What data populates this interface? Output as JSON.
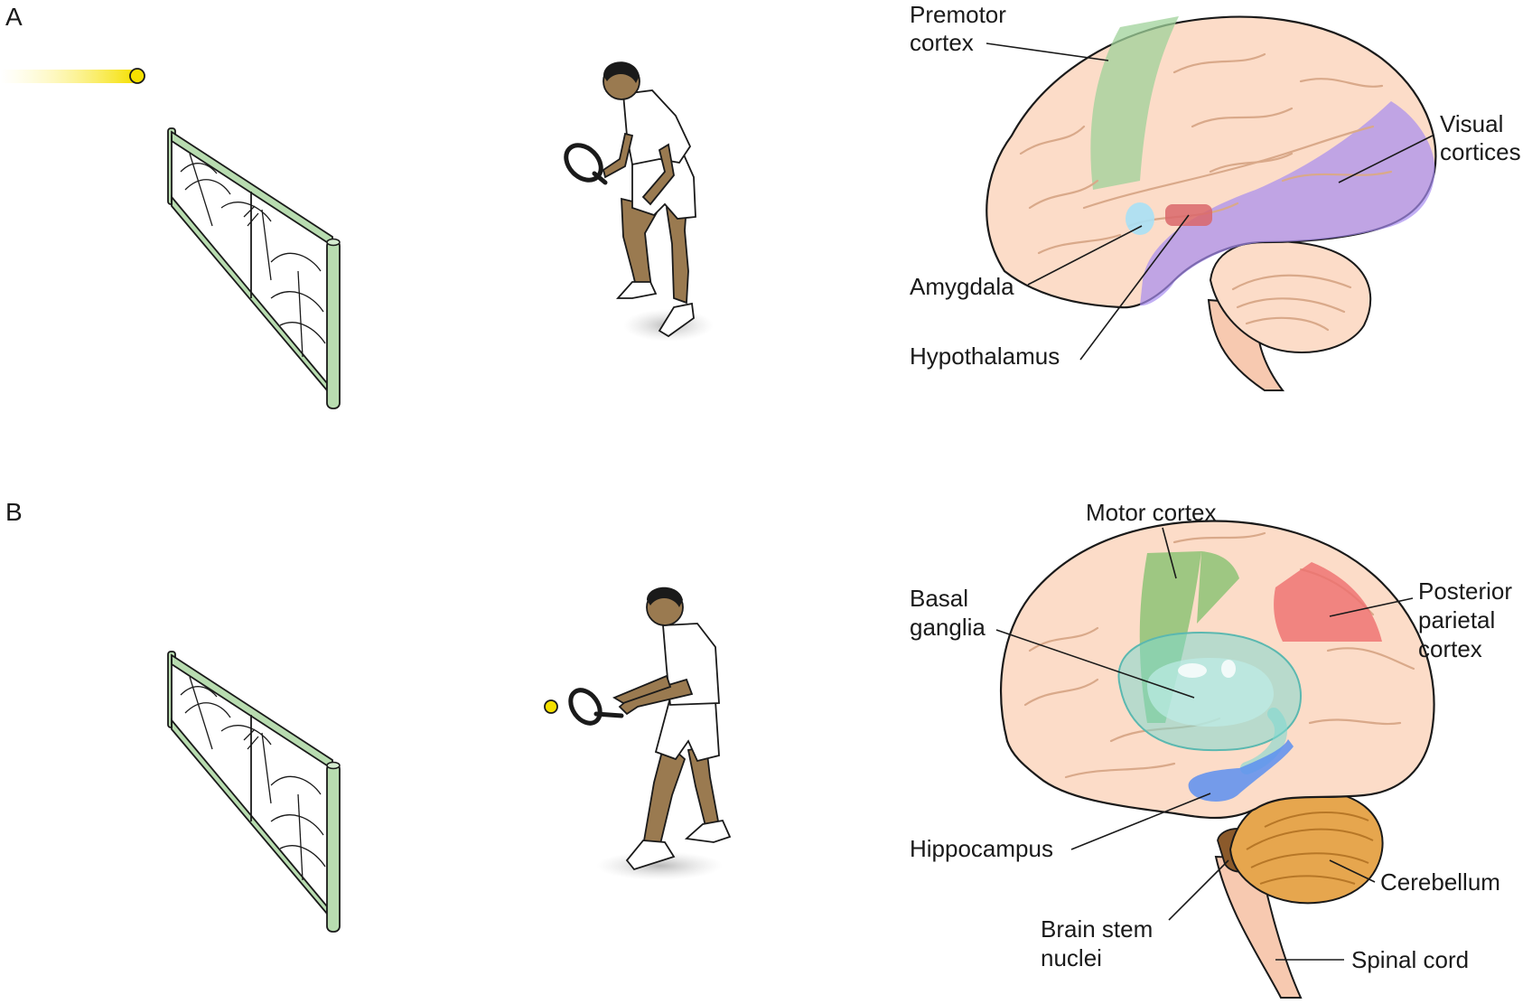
{
  "panel_a": {
    "letter": "A",
    "labels": {
      "premotor": [
        "Premotor",
        "cortex"
      ],
      "visual": [
        "Visual",
        "cortices"
      ],
      "amygdala": "Amygdala",
      "hypothalamus": "Hypothalamus"
    },
    "colors": {
      "premotor": "#9fd19a",
      "visual": "#a78cf0",
      "amygdala": "#a9e0f5",
      "hypothalamus": "#d9676b",
      "ball": "#f5e000"
    }
  },
  "panel_b": {
    "letter": "B",
    "labels": {
      "motor": "Motor cortex",
      "basal": [
        "Basal",
        "ganglia"
      ],
      "posterior": [
        "Posterior",
        "parietal",
        "cortex"
      ],
      "hippocampus": "Hippocampus",
      "cerebellum": "Cerebellum",
      "brainstem": [
        "Brain stem",
        "nuclei"
      ],
      "spinal": "Spinal cord"
    },
    "colors": {
      "motor": "#7fc06b",
      "basal": "#7fd8d0",
      "posterior": "#ee6e6e",
      "hippocampus": "#5c8ff0",
      "cerebellum": "#e6a64e",
      "ball": "#f5e000"
    }
  },
  "colors": {
    "brain": "#fcdcc8",
    "brain_stroke": "#1a1a1a",
    "net_post": "#b8dcb0",
    "skin": "#9a7a50"
  }
}
